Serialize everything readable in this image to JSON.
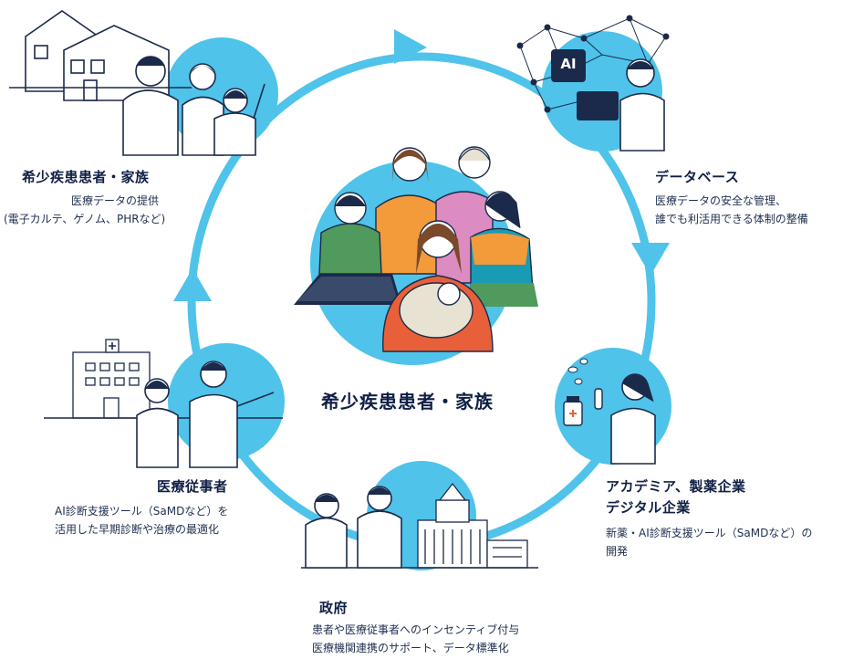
{
  "colors": {
    "ring": "#4fc3ea",
    "navy": "#0f1f45",
    "orange": "#f39a3a",
    "teal": "#1a9bb5",
    "green": "#4f9a5c",
    "red": "#e8603a",
    "pink": "#dc8cc0"
  },
  "center": {
    "title": "希少疾患患者・家族"
  },
  "nodes": {
    "patients": {
      "title": "希少疾患患者・家族",
      "desc1": "医療データの提供",
      "desc2": "(電子カルテ、ゲノム、PHRなど)"
    },
    "database": {
      "title": "データベース",
      "desc1": "医療データの安全な管理、",
      "desc2": "誰でも利活用できる体制の整備",
      "badge": "AI"
    },
    "academia": {
      "title1": "アカデミア、製薬企業",
      "title2": "デジタル企業",
      "desc1": "新薬・AI診断支援ツール（SaMDなど）の",
      "desc2": "開発"
    },
    "government": {
      "title": "政府",
      "desc1": "患者や医療従事者へのインセンティブ付与",
      "desc2": "医療機関連携のサポート、データ標準化"
    },
    "medical": {
      "title": "医療従事者",
      "desc1": "AI診断支援ツール（SaMDなど）を",
      "desc2": "活用した早期診断や治療の最適化"
    }
  },
  "icons": [
    "house-icon",
    "ai-network-icon",
    "laptop-icon",
    "medicine-icon",
    "parliament-icon",
    "hospital-icon",
    "cross-icon"
  ]
}
